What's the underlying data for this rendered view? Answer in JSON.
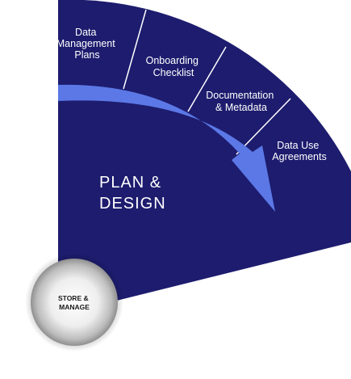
{
  "segments": [
    {
      "lines": [
        "Data",
        "Management",
        "Plans"
      ]
    },
    {
      "lines": [
        "Onboarding",
        "Checklist"
      ]
    },
    {
      "lines": [
        "Documentation",
        "& Metadata"
      ]
    },
    {
      "lines": [
        "Data Use",
        "Agreements"
      ]
    }
  ],
  "main_stage": {
    "lines": [
      "PLAN &",
      "DESIGN"
    ]
  },
  "circle": {
    "lines": [
      "STORE &",
      "MANAGE"
    ]
  },
  "colors": {
    "wedge": "#1d1c6e",
    "arrow": "#5b78e6",
    "divider": "#ffffff",
    "circle_light": "#ffffff",
    "circle_dark": "#8f8f8f"
  }
}
